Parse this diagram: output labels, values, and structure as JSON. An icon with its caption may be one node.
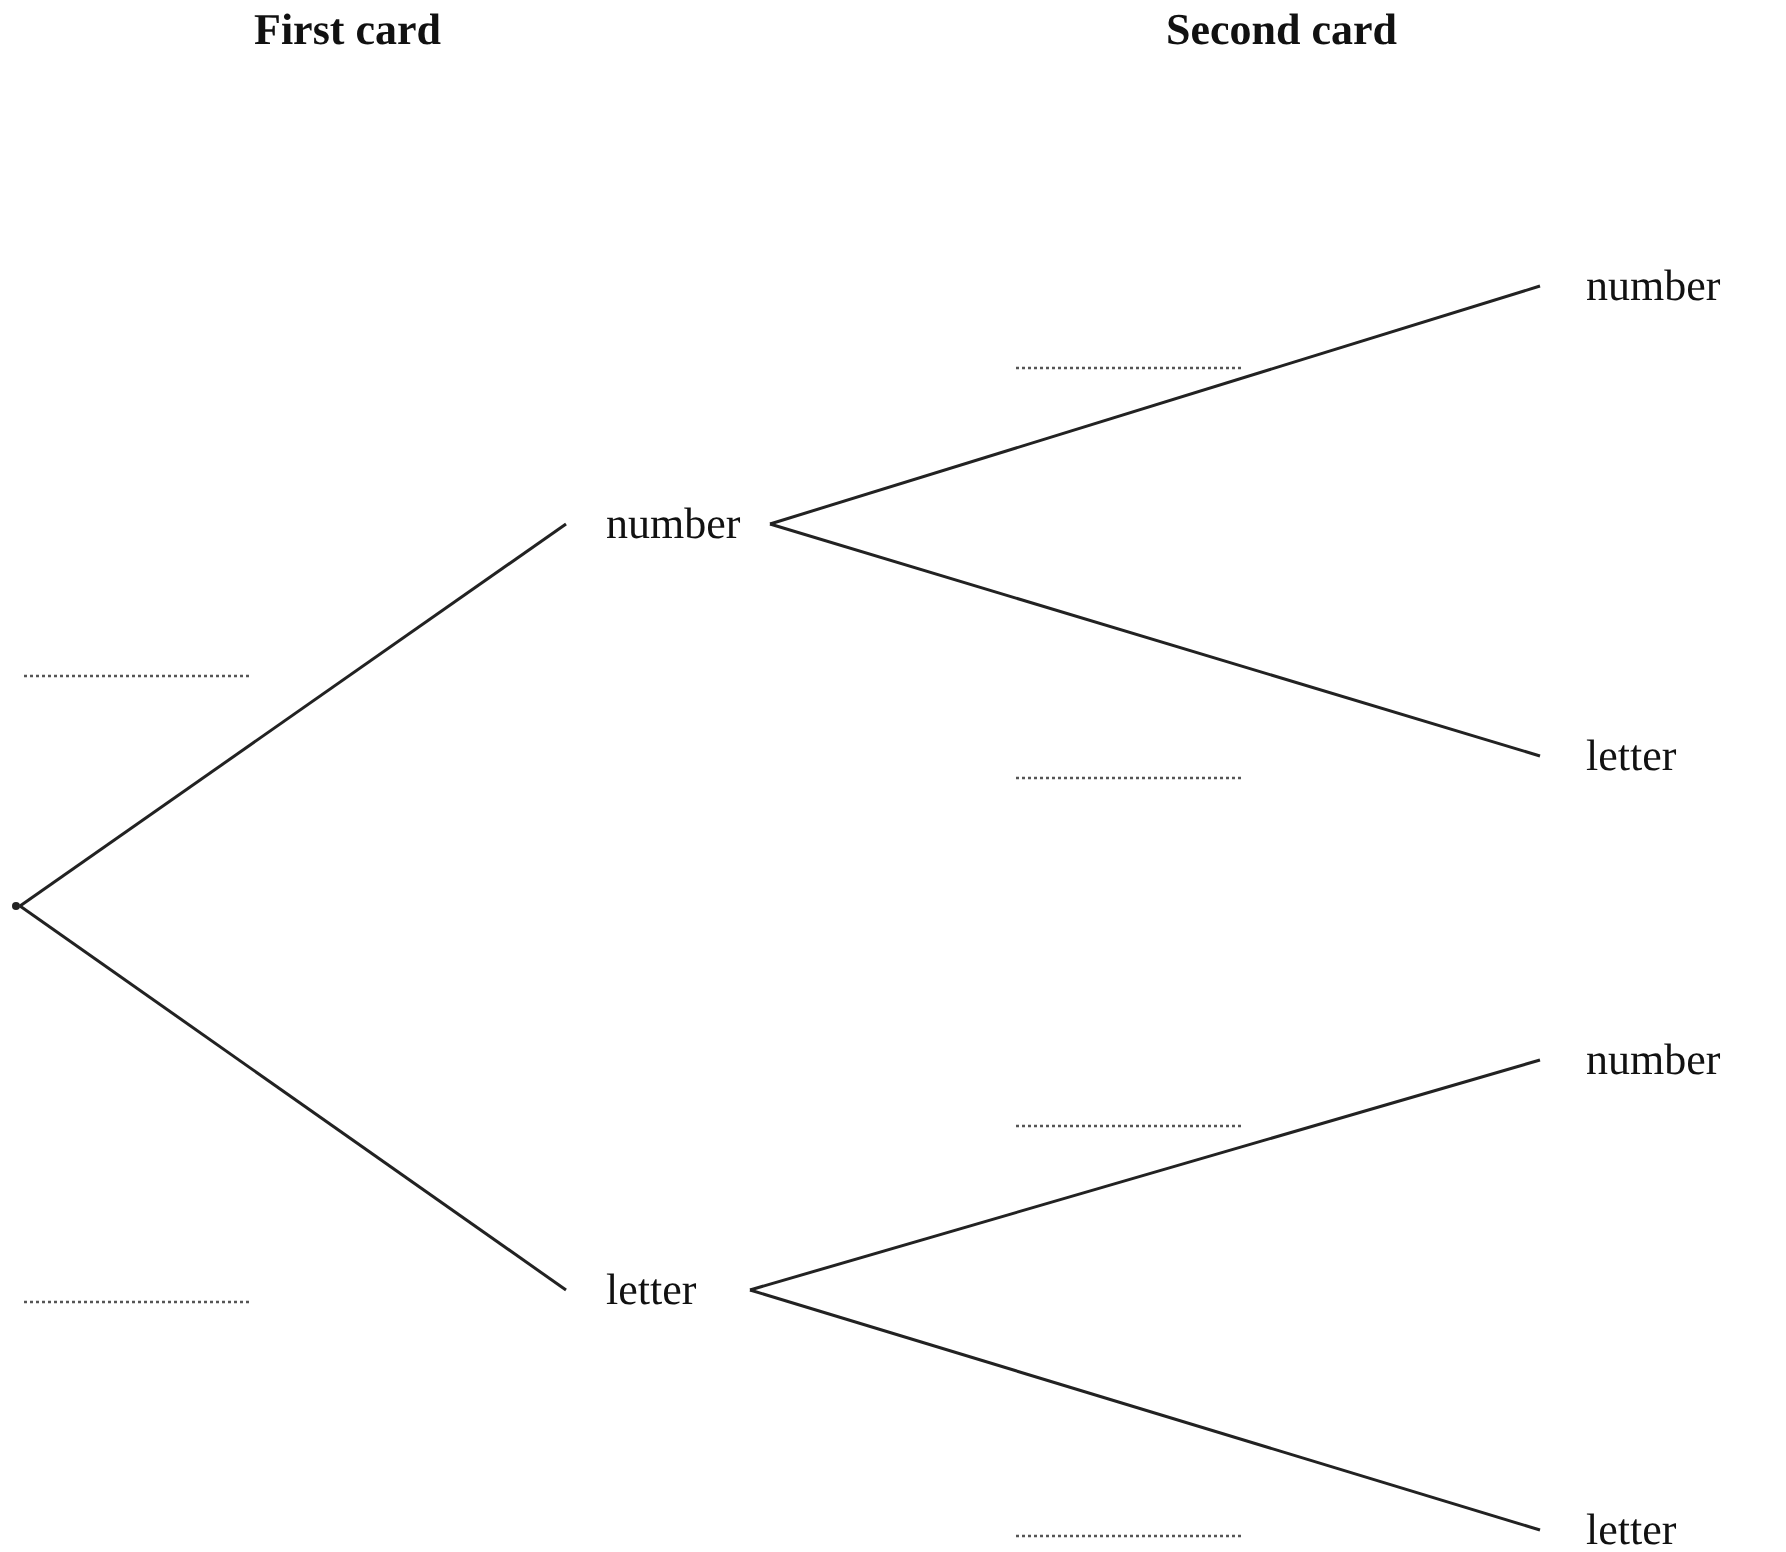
{
  "diagram": {
    "nodes": [
      {
        "text": [],
        "shape": "point"
      },
      {
        "text": [
          "number"
        ]
      },
      {
        "text": [
          "letter"
        ]
      },
      {
        "text": [
          "number"
        ]
      },
      {
        "text": [
          "letter"
        ]
      },
      {
        "text": [
          "number"
        ]
      },
      {
        "text": [
          "letter"
        ]
      }
    ],
    "edges": [
      {
        "from": 0,
        "to": 1,
        "arrow": "none"
      },
      {
        "from": 0,
        "to": 2,
        "arrow": "none"
      },
      {
        "from": 1,
        "to": 3,
        "arrow": "none"
      },
      {
        "from": 1,
        "to": 4,
        "arrow": "none"
      },
      {
        "from": 2,
        "to": 5,
        "arrow": "none"
      },
      {
        "from": 2,
        "to": 6,
        "arrow": "none"
      }
    ],
    "labels": [
      "First card",
      "Second card"
    ]
  }
}
